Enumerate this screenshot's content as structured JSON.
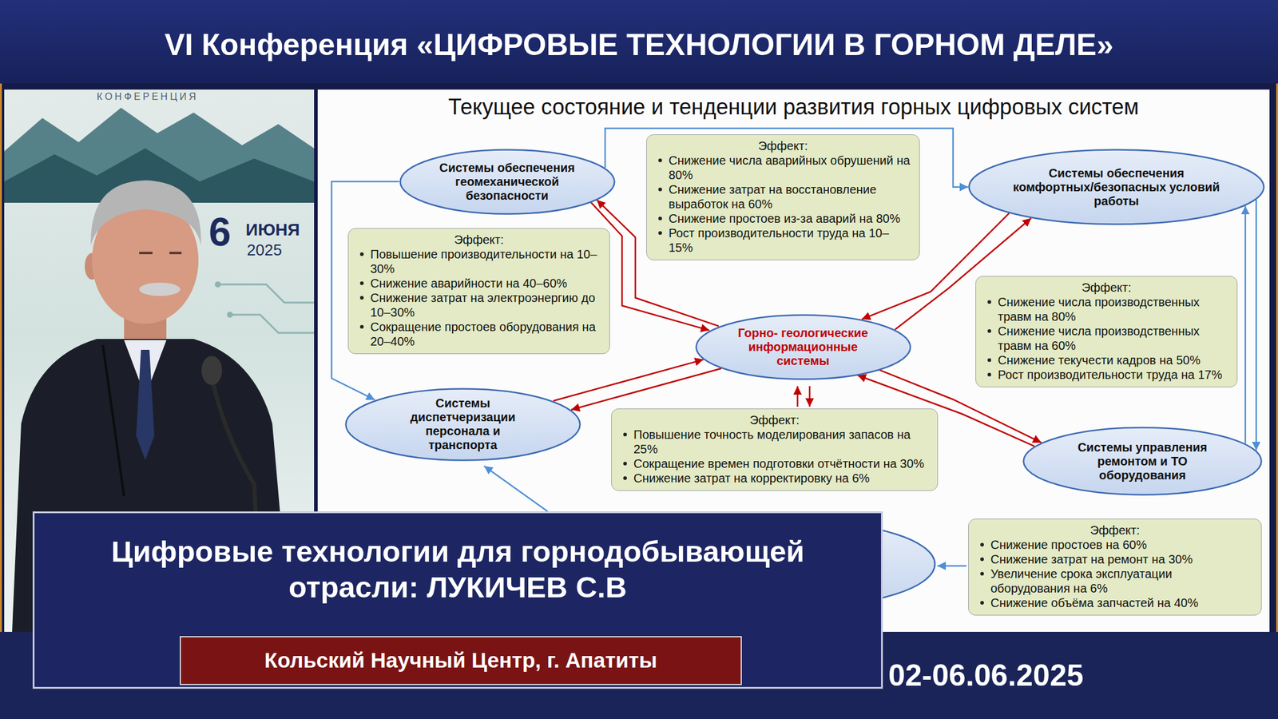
{
  "diagram": {
    "title": "Текущее состояние и тенденции развития горных цифровых систем",
    "nodes": [
      {
        "text": [
          "VI Конференция «ЦИФРОВЫЕ ТЕХНОЛОГИИ В ГОРНОМ ДЕЛЕ»"
        ]
      },
      {
        "text": [
          "Системы обеспечения геомеханической безопасности"
        ]
      },
      {
        "text": [
          "Эффект:",
          "Снижение числа аварийных обрушений на 80%",
          "Снижение затрат на восстановление выработок на 60%",
          "Снижение простоев из-за аварий на 80%",
          "Рост производительности труда на 10–15%"
        ]
      },
      {
        "text": [
          "Системы обеспечения комфортных/безопасных условий работы"
        ]
      },
      {
        "text": [
          "Эффект:",
          "Повышение производительности на 10–30%",
          "Снижение аварийности на 40–60%",
          "Снижение затрат на электроэнергию до 10–30%",
          "Сокращение простоев оборудования на 20–40%"
        ]
      },
      {
        "text": [
          "Горно- геологические информационные системы"
        ]
      },
      {
        "text": [
          "Эффект:",
          "Снижение числа производственных травм на 80%",
          "Снижение числа производственных травм на 60%",
          "Снижение текучести кадров на 50%",
          "Рост производительности труда на 17%"
        ]
      },
      {
        "text": [
          "Системы диспетчеризации персонала и транспорта"
        ]
      },
      {
        "text": [
          "Эффект:",
          "Повышение точность моделирования запасов на 25%",
          "Сокращение времен подготовки отчётности на 30%",
          "Снижение затрат на корректировку на 6%"
        ]
      },
      {
        "text": [
          "Системы управления ремонтом и ТО оборудования"
        ]
      },
      {
        "text": [
          "Эффект:",
          "Снижение простоев на 60%",
          "Снижение затрат на ремонт на 30%",
          "Увеличение срока эксплуатации оборудования на 6%",
          "Снижение объёма запчастей на 40%"
        ]
      },
      {
        "text": [
          "Цифровые технологии для горнодобывающей отрасли: ЛУКИЧЕВ С.В"
        ]
      },
      {
        "text": [
          "Кольский Научный Центр, г. Апатиты"
        ],
        "in": 11
      },
      {
        "text": [
          "02-06.06.2025"
        ]
      }
    ],
    "edges": [
      {
        "from": 5,
        "to": 1,
        "arrow": "to"
      },
      {
        "from": 1,
        "to": 5,
        "arrow": "to"
      },
      {
        "from": 5,
        "to": 3,
        "arrow": "to"
      },
      {
        "from": 3,
        "to": 5,
        "arrow": "to"
      },
      {
        "from": 5,
        "to": 7,
        "arrow": "to"
      },
      {
        "from": 7,
        "to": 5,
        "arrow": "to"
      },
      {
        "from": 5,
        "to": 9,
        "arrow": "to"
      },
      {
        "from": 9,
        "to": 5,
        "arrow": "to"
      },
      {
        "from": 1,
        "to": 3,
        "arrow": "to"
      },
      {
        "from": 1,
        "to": 7,
        "arrow": "to"
      },
      {
        "from": 3,
        "to": 9,
        "arrow": "to"
      },
      {
        "from": 9,
        "to": 3,
        "arrow": "to"
      }
    ],
    "labels": [
      "КОНФЕРЕНЦИЯ",
      "6",
      "ИЮНЯ",
      "2025"
    ]
  }
}
